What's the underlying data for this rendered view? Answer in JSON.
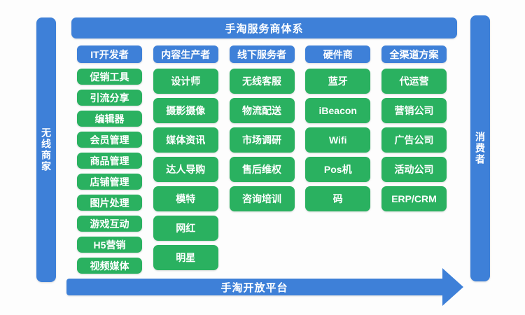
{
  "colors": {
    "blue": "#3e80d8",
    "green": "#2ab160",
    "text": "#ffffff",
    "background": "#fdfdfd"
  },
  "top_bar": {
    "label": "手淘服务商体系"
  },
  "left_bar": {
    "label": "无线商家"
  },
  "right_bar": {
    "label": "消费者"
  },
  "bottom_arrow": {
    "label": "手淘开放平台"
  },
  "columns": [
    {
      "header": "IT开发者",
      "items": [
        "促销工具",
        "引流分享",
        "编辑器",
        "会员管理",
        "商品管理",
        "店铺管理",
        "图片处理",
        "游戏互动",
        "H5营销",
        "视频媒体"
      ]
    },
    {
      "header": "内容生产者",
      "items": [
        "设计师",
        "摄影摄像",
        "媒体资讯",
        "达人导购",
        "模特",
        "网红",
        "明星"
      ]
    },
    {
      "header": "线下服务者",
      "items": [
        "无线客服",
        "物流配送",
        "市场调研",
        "售后维权",
        "咨询培训"
      ]
    },
    {
      "header": "硬件商",
      "items": [
        "蓝牙",
        "iBeacon",
        "Wifi",
        "Pos机",
        "码"
      ]
    },
    {
      "header": "全渠道方案",
      "items": [
        "代运营",
        "营销公司",
        "广告公司",
        "活动公司",
        "ERP/CRM"
      ]
    }
  ]
}
